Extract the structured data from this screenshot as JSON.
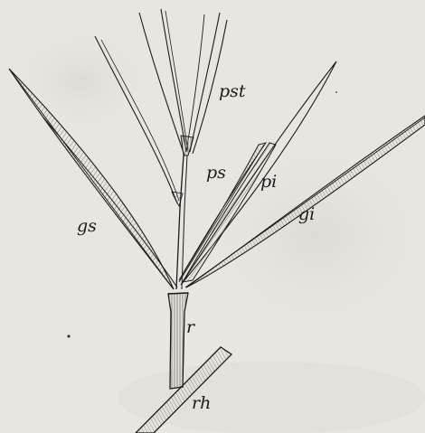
{
  "figure": {
    "labels": {
      "pst": "pst",
      "ps": "ps",
      "pi": "pi",
      "gs": "gs",
      "gi": "gi",
      "r": "r",
      "rh": "rh"
    },
    "colors": {
      "paper": "#e8e6e1",
      "ink": "#1e1c1a",
      "hatch": "#5a5752"
    }
  }
}
